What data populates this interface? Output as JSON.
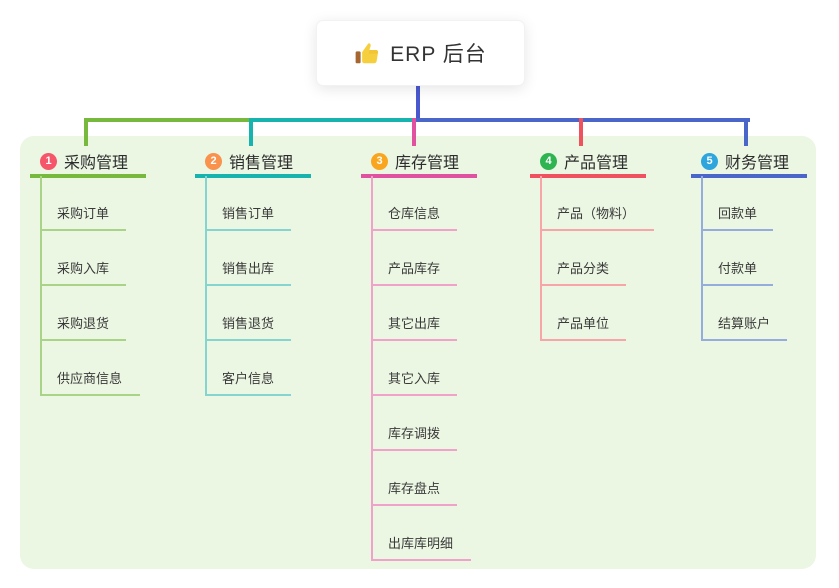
{
  "root": {
    "title": "ERP 后台",
    "icon": "thumbs-up-icon"
  },
  "colors": {
    "page_bg": "#ffffff",
    "panel_bg": "#ebf6e3",
    "root_line": "#4a58d0",
    "text": "#333333",
    "root_box_bg": "#ffffff"
  },
  "branches": [
    {
      "number": "1",
      "label": "采购管理",
      "badge_color": "#f5566a",
      "line_color": "#77b93c",
      "item_line_color": "#a9d487",
      "items": [
        "采购订单",
        "采购入库",
        "采购退货",
        "供应商信息"
      ]
    },
    {
      "number": "2",
      "label": "销售管理",
      "badge_color": "#f8924d",
      "line_color": "#17b3ae",
      "item_line_color": "#84d4cf",
      "items": [
        "销售订单",
        "销售出库",
        "销售退货",
        "客户信息"
      ]
    },
    {
      "number": "3",
      "label": "库存管理",
      "badge_color": "#f9a61e",
      "line_color": "#e0519f",
      "item_line_color": "#f0a2cb",
      "items": [
        "仓库信息",
        "产品库存",
        "其它出库",
        "其它入库",
        "库存调拨",
        "库存盘点",
        "出库库明细"
      ]
    },
    {
      "number": "4",
      "label": "产品管理",
      "badge_color": "#2eb552",
      "line_color": "#f0515f",
      "item_line_color": "#f7a5a9",
      "items": [
        "产品（物料）",
        "产品分类",
        "产品单位"
      ]
    },
    {
      "number": "5",
      "label": "财务管理",
      "badge_color": "#2ea5dc",
      "line_color": "#4a66c9",
      "item_line_color": "#94addd",
      "items": [
        "回款单",
        "付款单",
        "结算账户"
      ]
    }
  ]
}
